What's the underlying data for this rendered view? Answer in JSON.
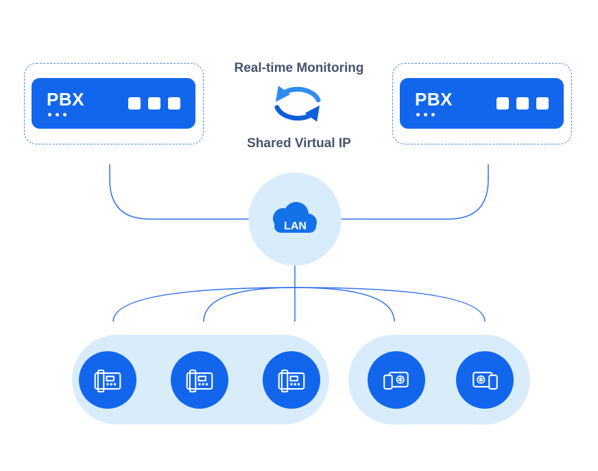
{
  "labels": {
    "monitoring": "Real-time Monitoring",
    "virtual_ip": "Shared Virtual IP",
    "lan": "LAN"
  },
  "pbx_left": {
    "label": "PBX"
  },
  "pbx_right": {
    "label": "PBX"
  },
  "colors": {
    "brand_blue": "#1266EC",
    "light_blue": "#D9ECFC",
    "line_blue": "#2E6FEB",
    "dash_blue": "#3F83F1",
    "text_navy": "#45536E",
    "arrow_blue_light": "#2F8DF0",
    "arrow_blue_dark": "#0E5FD8",
    "white": "#FFFFFF"
  },
  "devices": {
    "phones": [
      "desk-phone-icon",
      "desk-phone-icon",
      "desk-phone-icon"
    ],
    "clients": [
      "softphone-devices-icon",
      "softphone-devices-icon"
    ]
  }
}
